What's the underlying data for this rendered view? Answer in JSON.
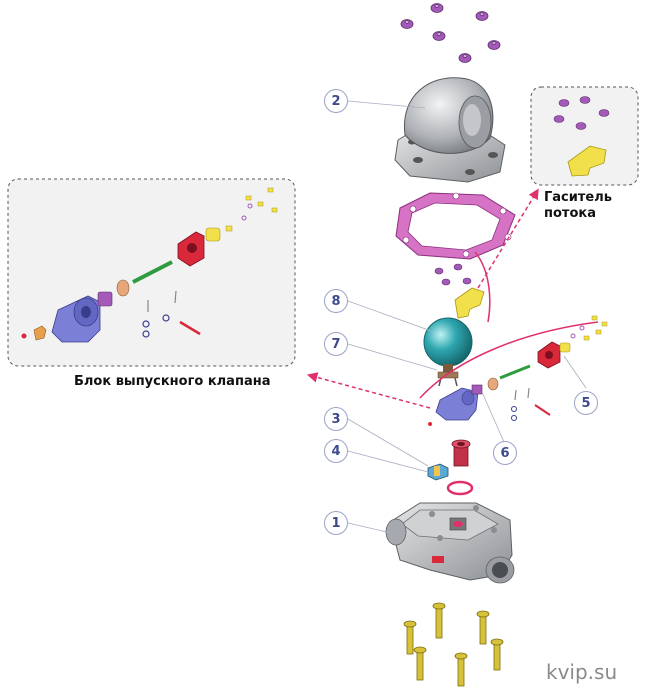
{
  "callouts": [
    {
      "id": "callout-1",
      "number": "1"
    },
    {
      "id": "callout-2",
      "number": "2"
    },
    {
      "id": "callout-3",
      "number": "3"
    },
    {
      "id": "callout-4",
      "number": "4"
    },
    {
      "id": "callout-5",
      "number": "5"
    },
    {
      "id": "callout-6",
      "number": "6"
    },
    {
      "id": "callout-7",
      "number": "7"
    },
    {
      "id": "callout-8",
      "number": "8"
    }
  ],
  "labels": {
    "valve_block": "Блок выпускного клапана",
    "damper_line1": "Гаситель",
    "damper_line2": "потока"
  },
  "watermark": "kvip.su",
  "colors": {
    "body_metal": "#b9bcbf",
    "purple_nut": "#a45ab8",
    "gasket": "#d673c4",
    "float_ball": "#2fa7b0",
    "yellow_part": "#f2e04a",
    "red_part": "#d8283a",
    "blue_part": "#7c7fd6",
    "callout_ring": "#9aa3c7",
    "callout_text": "#3d4a8c",
    "arrow": "#e0306e"
  }
}
